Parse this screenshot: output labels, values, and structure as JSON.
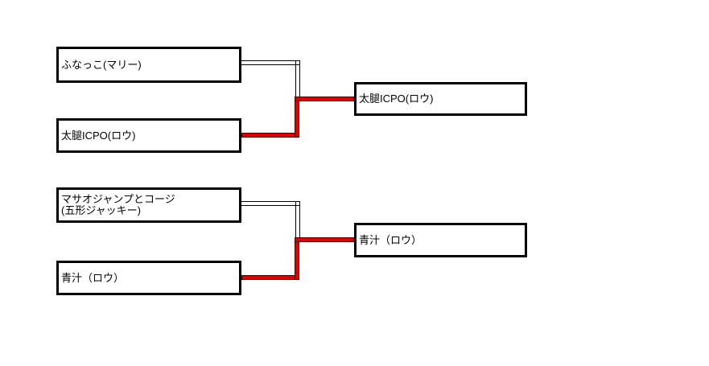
{
  "bracket": {
    "colors": {
      "background": "#ffffff",
      "box_border": "#000000",
      "text": "#000000",
      "winner_line_fill": "#e00000",
      "winner_line_edge": "#500000",
      "loser_line": "#000000"
    },
    "matches": [
      {
        "player1": [
          "ふなっこ(マリー)"
        ],
        "player2": [
          "太腿ICPO(ロウ)"
        ],
        "winner": [
          "太腿ICPO(ロウ)"
        ]
      },
      {
        "player1": [
          "マサオジャンプとコージ",
          "(五形ジャッキー)"
        ],
        "player2": [
          "青汁（ロウ）"
        ],
        "winner": [
          "青汁（ロウ）"
        ]
      }
    ]
  }
}
